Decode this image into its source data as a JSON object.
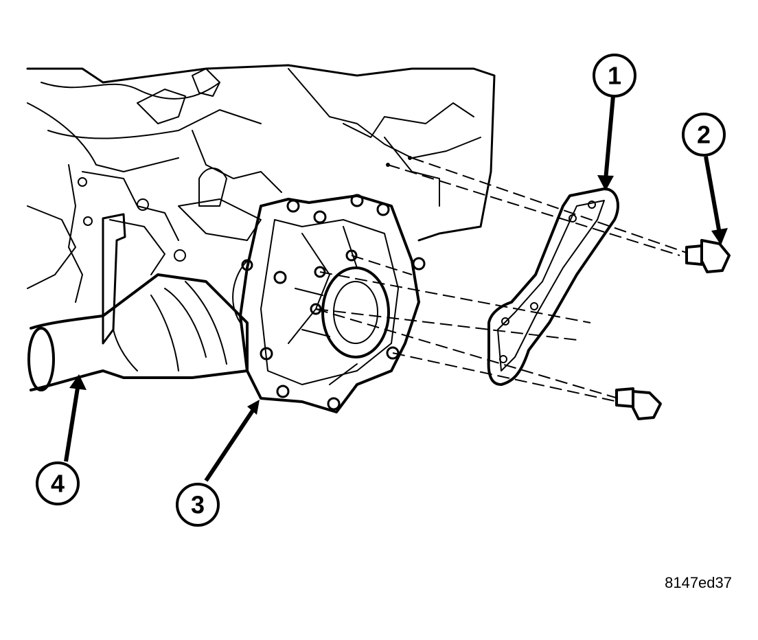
{
  "figure": {
    "callouts": [
      {
        "id": "callout-1",
        "label": "1"
      },
      {
        "id": "callout-2",
        "label": "2"
      },
      {
        "id": "callout-3",
        "label": "3"
      },
      {
        "id": "callout-4",
        "label": "4"
      }
    ],
    "figure_id": "8147ed37",
    "colors": {
      "ink": "#000000",
      "paper": "#ffffff"
    }
  }
}
